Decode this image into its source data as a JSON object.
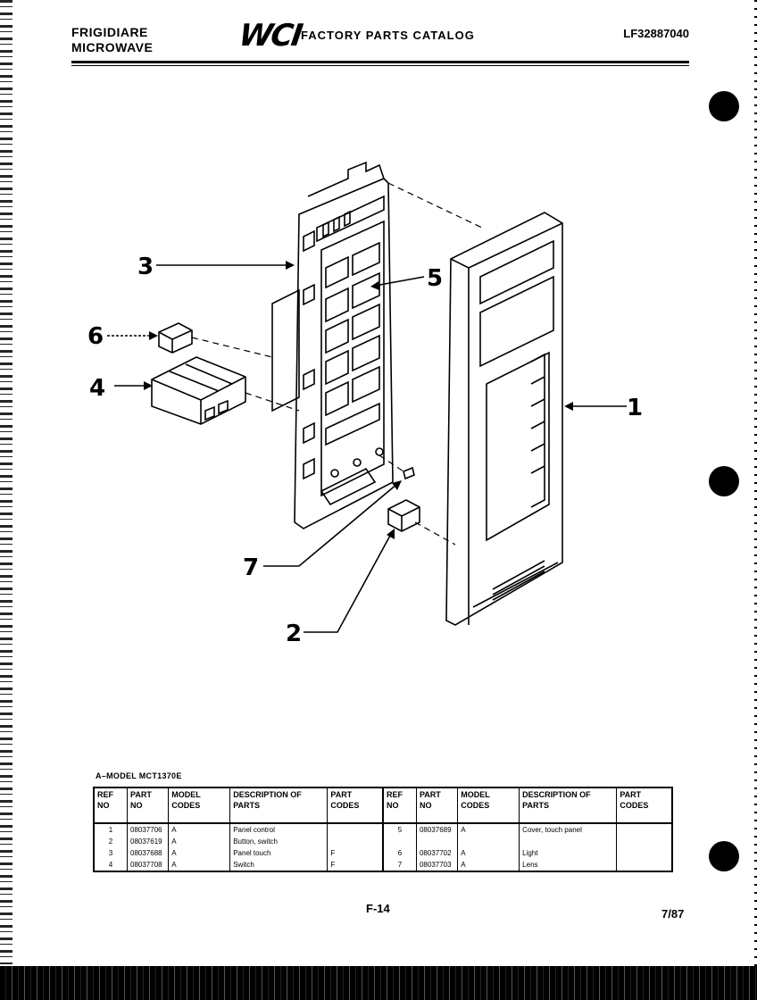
{
  "header": {
    "brand_line1": "FRIGIDIARE",
    "brand_line2": "MICROWAVE",
    "logo": "WCI",
    "catalog_title": "FACTORY PARTS CATALOG",
    "model_code": "LF32887040"
  },
  "diagram": {
    "callouts": [
      "1",
      "2",
      "3",
      "4",
      "5",
      "6",
      "7"
    ]
  },
  "parts_table": {
    "model_note": "A–MODEL MCT1370E",
    "headers": {
      "ref_no": "REF NO",
      "part_no": "PART NO",
      "model_codes": "MODEL CODES",
      "description": "DESCRIPTION OF PARTS",
      "part_codes": "PART CODES"
    },
    "left_rows": [
      {
        "ref": "1",
        "part": "08037706",
        "model": "A",
        "desc": "Panel control",
        "codes": ""
      },
      {
        "ref": "2",
        "part": "08037619",
        "model": "A",
        "desc": "Button, switch",
        "codes": ""
      },
      {
        "ref": "3",
        "part": "08037688",
        "model": "A",
        "desc": "Panel touch",
        "codes": "F"
      },
      {
        "ref": "4",
        "part": "08037708",
        "model": "A",
        "desc": "Switch",
        "codes": "F"
      }
    ],
    "right_rows": [
      {
        "ref": "5",
        "part": "08037689",
        "model": "A",
        "desc": "Cover, touch panel",
        "codes": ""
      },
      {
        "ref": "6",
        "part": "08037702",
        "model": "A",
        "desc": "Light",
        "codes": ""
      },
      {
        "ref": "7",
        "part": "08037703",
        "model": "A",
        "desc": "Lens",
        "codes": ""
      }
    ]
  },
  "footer": {
    "page": "F-14",
    "date": "7/87"
  }
}
